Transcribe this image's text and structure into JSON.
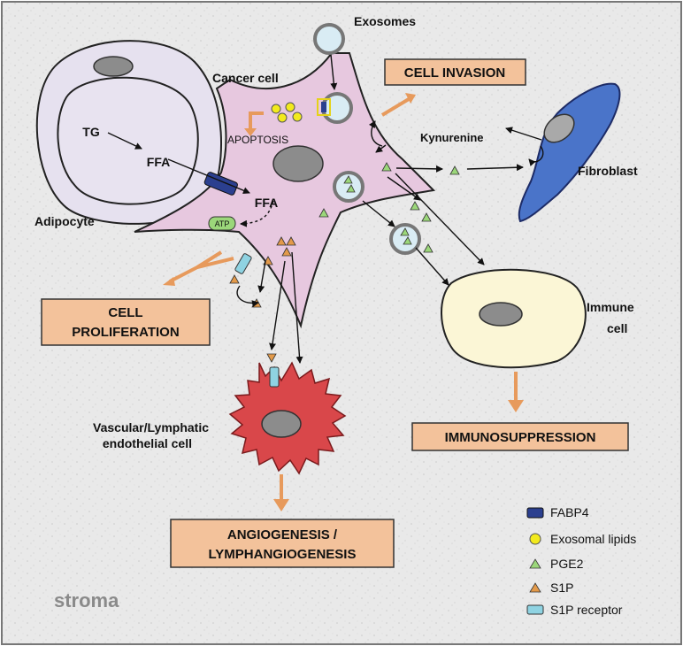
{
  "labels": {
    "exosomes": "Exosomes",
    "cancer_cell": "Cancer cell",
    "kynurenine": "Kynurenine",
    "fibroblast": "Fibroblast",
    "adipocyte": "Adipocyte",
    "tg": "TG",
    "ffa_adipocyte": "FFA",
    "ffa_cancer": "FFA",
    "apoptosis": "APOPTOSIS",
    "atp": "ATP",
    "immune_cell_line1": "Immune",
    "immune_cell_line2": "cell",
    "endothelial_line1": "Vascular/Lymphatic",
    "endothelial_line2": "endothelial cell",
    "stroma": "stroma"
  },
  "boxes": {
    "cell_invasion": "CELL INVASION",
    "cell_proliferation_line1": "CELL",
    "cell_proliferation_line2": "PROLIFERATION",
    "immunosuppression": "IMMUNOSUPPRESSION",
    "angiogenesis_line1": "ANGIOGENESIS /",
    "angiogenesis_line2": "LYMPHANGIOGENESIS"
  },
  "legend": [
    {
      "label": "FABP4",
      "icon": "rectangle-dark-blue",
      "color": "#2b3f8f"
    },
    {
      "label": "Exosomal lipids",
      "icon": "circle-yellow",
      "color": "#f2ea1d"
    },
    {
      "label": "PGE2",
      "icon": "triangle-green",
      "color": "#9bd77a"
    },
    {
      "label": "S1P",
      "icon": "triangle-orange",
      "color": "#e39a4a"
    },
    {
      "label": "S1P receptor",
      "icon": "rectangle-light-blue",
      "color": "#8fd3e2"
    }
  ],
  "colors": {
    "cancer_cell": "#e7c8df",
    "adipocyte": "#e5e0ee",
    "fibroblast": "#4a74c9",
    "immune_cell": "#fbf6d6",
    "endothelial_cell": "#d9474a",
    "effect_box": "#f3c29b",
    "effect_arrow": "#e79a5c"
  }
}
